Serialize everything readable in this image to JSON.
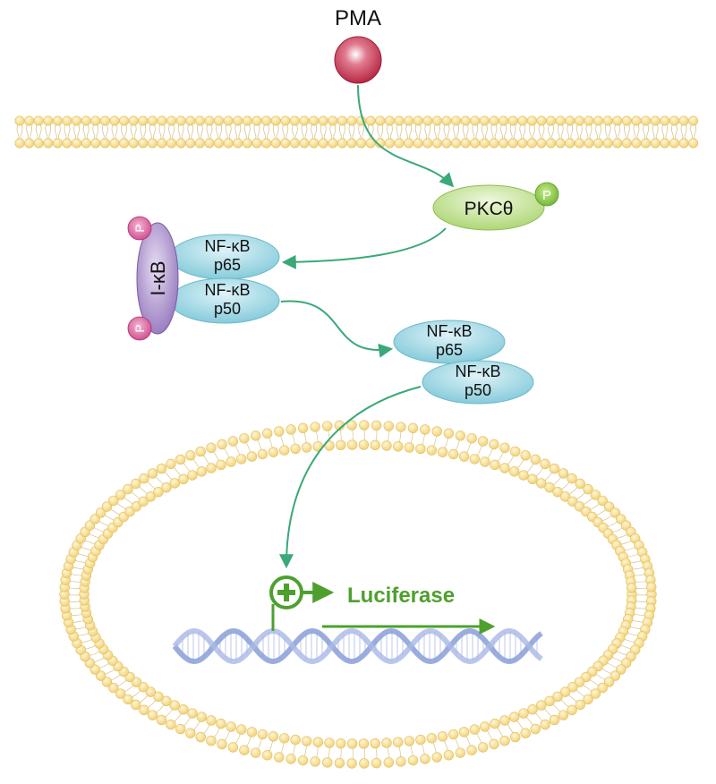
{
  "labels": {
    "pma": "PMA",
    "pkc": "PKCθ",
    "phospho": "P",
    "ikb": "I-κB",
    "nfkb": "NF-κB",
    "p65": "p65",
    "p50": "p50",
    "luciferase": "Luciferase",
    "plus": "+"
  },
  "colors": {
    "arrow": "#3aa878",
    "promoter": "#4ea02e",
    "lipid_head": "#f6dc8c",
    "lipid_head_edge": "#e2c064",
    "nfkb_fill": "#9fd8e4",
    "pkc_fill": "#c5e29a",
    "ikb_fill": "#a88cc8",
    "phospho_pink": "#d95a9c",
    "phospho_green": "#7dc03c",
    "pma_fill": "#c2304c",
    "dna": "#8a9fd8"
  }
}
